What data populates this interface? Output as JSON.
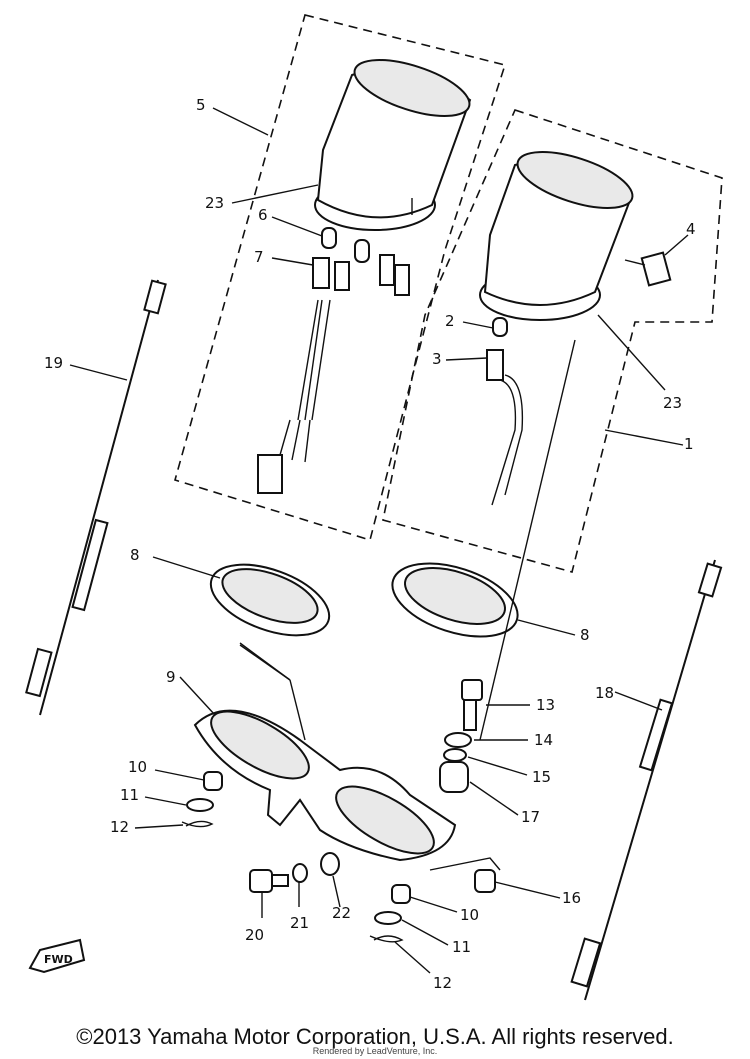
{
  "diagram": {
    "labels": [
      "5",
      "23",
      "6",
      "7",
      "19",
      "4",
      "2",
      "3",
      "23",
      "1",
      "8",
      "8",
      "13",
      "14",
      "15",
      "17",
      "9",
      "10",
      "11",
      "12",
      "18",
      "16",
      "20",
      "21",
      "22",
      "10",
      "11",
      "12"
    ],
    "direction_badge": "FWD"
  },
  "footer": {
    "copyright": "©2013 Yamaha Motor Corporation, U.S.A. All rights reserved.",
    "rendered_by": "Rendered by LeadVenture, Inc."
  }
}
